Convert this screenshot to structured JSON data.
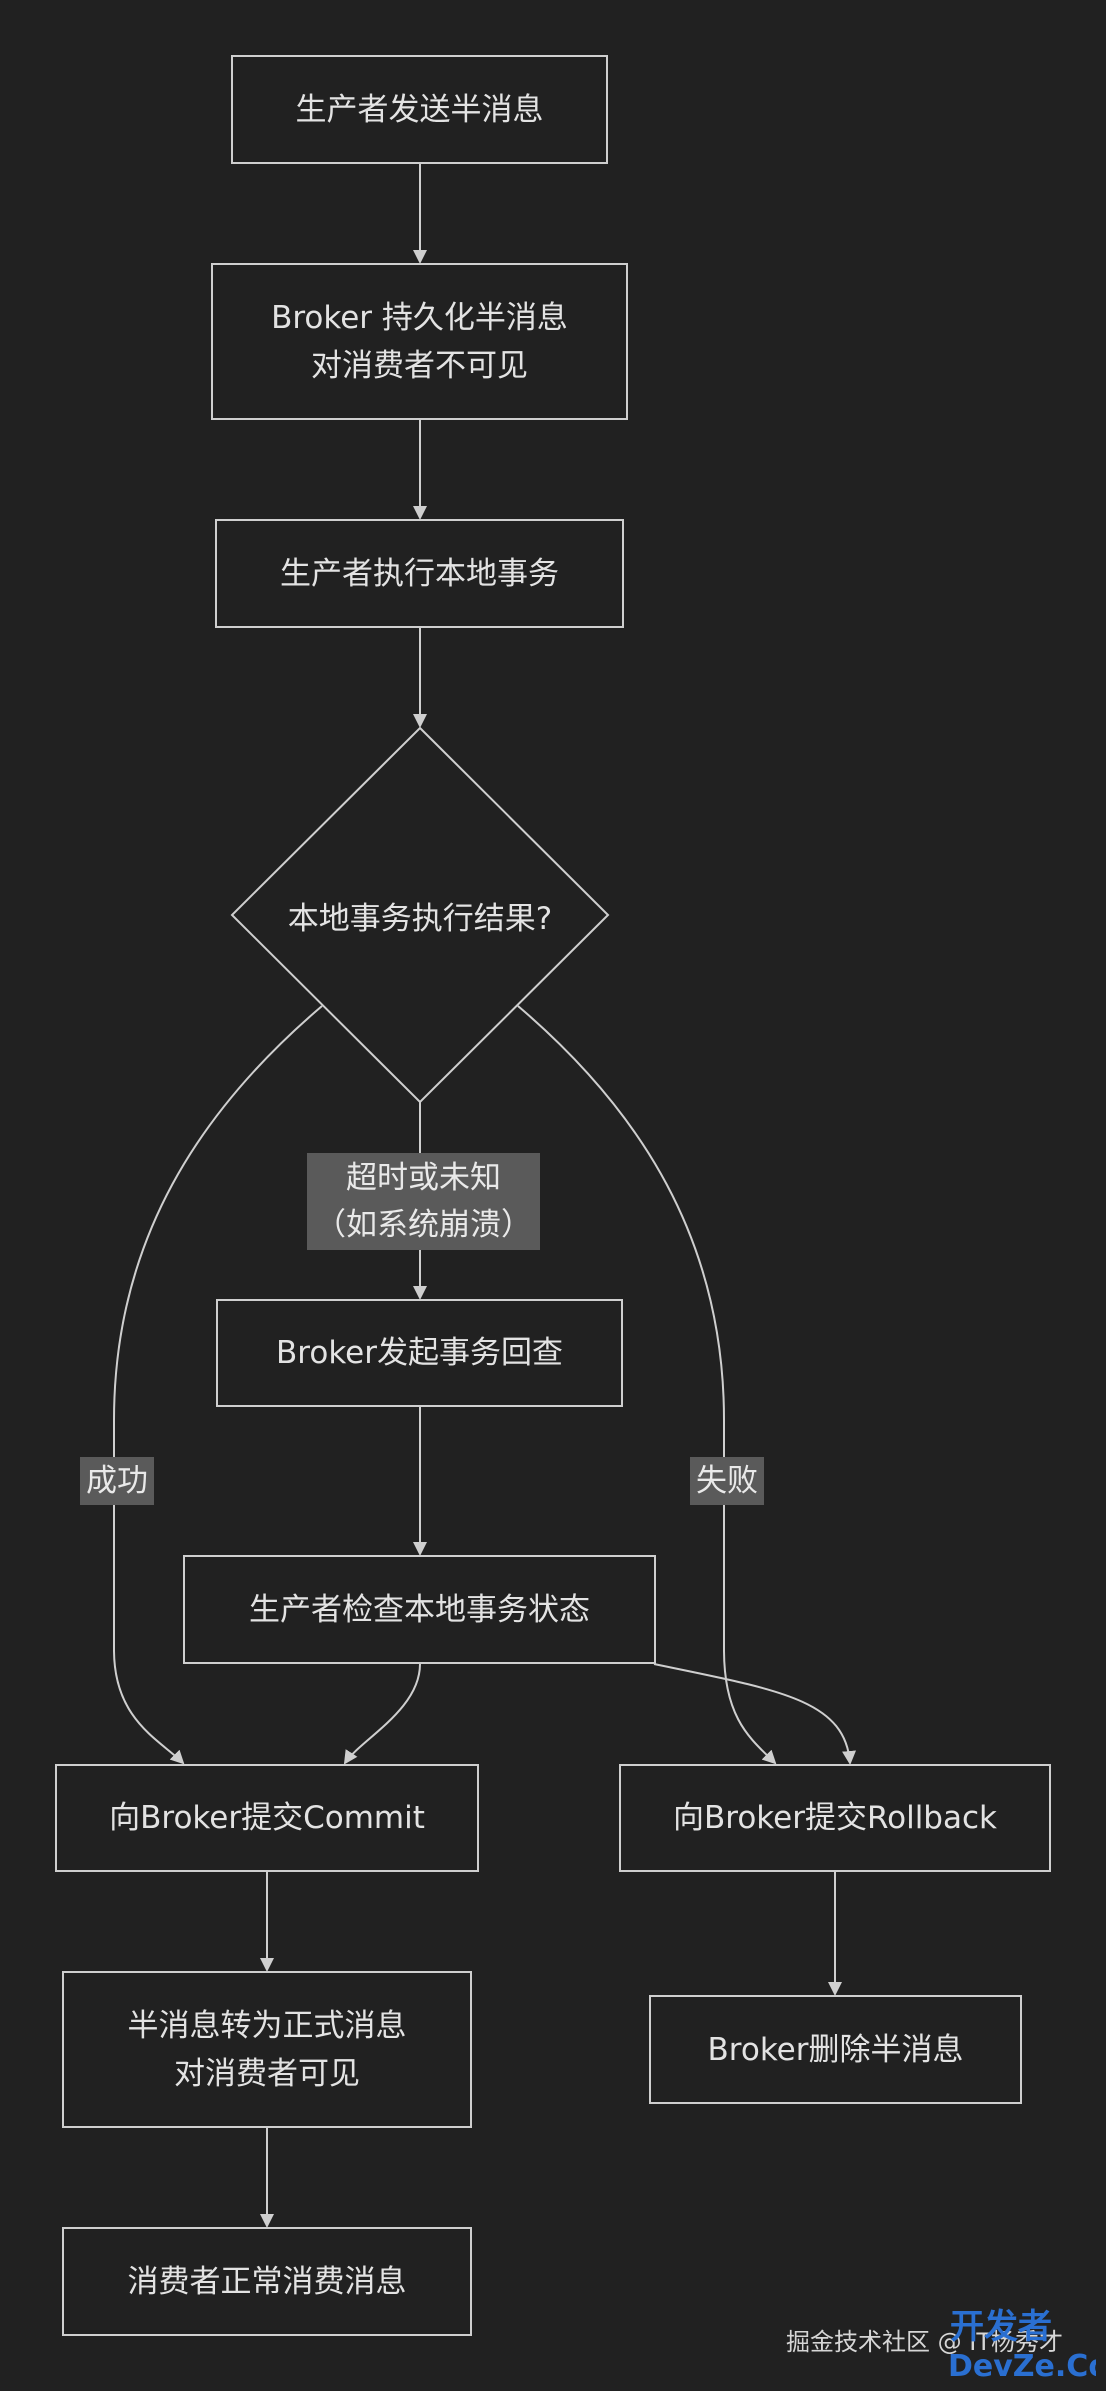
{
  "nodes": {
    "send_half": "生产者发送半消息",
    "persist_line1": "Broker 持久化半消息",
    "persist_line2": "对消费者不可见",
    "exec_local": "生产者执行本地事务",
    "decision": "本地事务执行结果?",
    "check_back": "Broker发起事务回查",
    "check_state": "生产者检查本地事务状态",
    "commit": "向Broker提交Commit",
    "rollback": "向Broker提交Rollback",
    "formal_line1": "半消息转为正式消息",
    "formal_line2": "对消费者可见",
    "delete": "Broker删除半消息",
    "consume": "消费者正常消费消息"
  },
  "edge_labels": {
    "success": "成功",
    "fail": "失败",
    "timeout_line1": "超时或未知",
    "timeout_line2": "（如系统崩溃）"
  },
  "watermark": {
    "text": "掘金技术社区 @ IT杨秀才",
    "logo_top": "开发者",
    "logo_bottom": "DevZe.CoM"
  },
  "colors": {
    "background": "#212121",
    "stroke": "#cfcfcf",
    "text": "#e3e3e3",
    "label_bg": "#5a5a5a",
    "watermark_blue": "#2a6fd1"
  }
}
